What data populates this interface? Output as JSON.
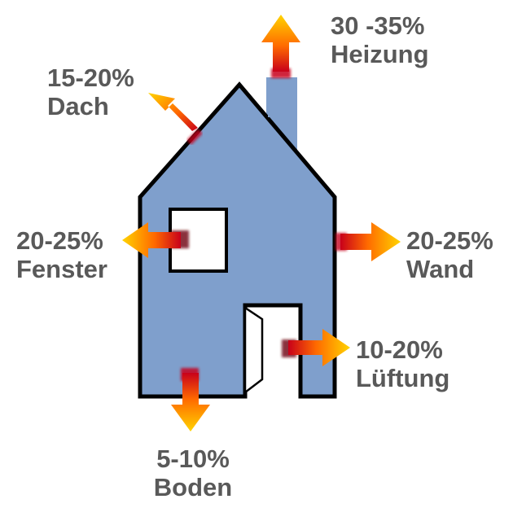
{
  "losses": {
    "heizung": {
      "percent": "30 -35%",
      "name": "Heizung"
    },
    "dach": {
      "percent": "15-20%",
      "name": "Dach"
    },
    "fenster": {
      "percent": "20-25%",
      "name": "Fenster"
    },
    "wand": {
      "percent": "20-25%",
      "name": "Wand"
    },
    "lueftung": {
      "percent": "10-20%",
      "name": "Lüftung"
    },
    "boden": {
      "percent": "5-10%",
      "name": "Boden"
    }
  },
  "colors": {
    "house_fill": "#7f9fcc",
    "house_stroke": "#000000",
    "label_text": "#595959",
    "arrow_hot": "#d9001a",
    "arrow_warm": "#ff8c00",
    "arrow_tip": "#ffd000"
  }
}
